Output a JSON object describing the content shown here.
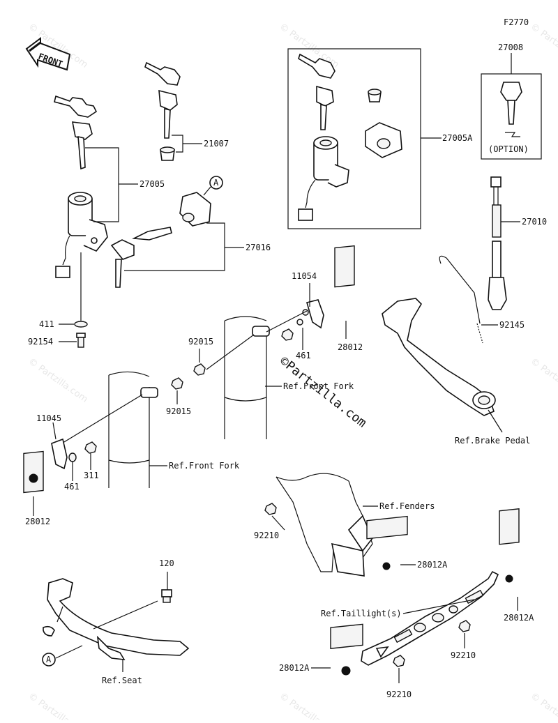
{
  "figure_code": "F2770",
  "front_label": "FRONT",
  "watermark": "© Partzilla.com",
  "parts": {
    "p27008": "27008",
    "option": "(OPTION)",
    "p21007": "21007",
    "p27005A": "27005A",
    "p27005": "27005",
    "p27016": "27016",
    "p27010": "27010",
    "p11054": "11054",
    "p28012_a": "28012",
    "p92145": "92145",
    "p411": "411",
    "p92154": "92154",
    "p92015_a": "92015",
    "p461_a": "461",
    "p92015_b": "92015",
    "p11045": "11045",
    "p311": "311",
    "p461_b": "461",
    "p28012_b": "28012",
    "p92210_a": "92210",
    "p28012A_a": "28012A",
    "p120": "120",
    "p28012A_b": "28012A",
    "p92210_b": "92210",
    "p28012A_c": "28012A",
    "p92210_c": "92210",
    "callout_a": "A"
  },
  "refs": {
    "front_fork_1": "Ref.Front Fork",
    "front_fork_2": "Ref.Front Fork",
    "brake_pedal": "Ref.Brake Pedal",
    "fenders": "Ref.Fenders",
    "taillights": "Ref.Taillight(s)",
    "seat": "Ref.Seat"
  },
  "center_watermark": "©Partzilla.com"
}
